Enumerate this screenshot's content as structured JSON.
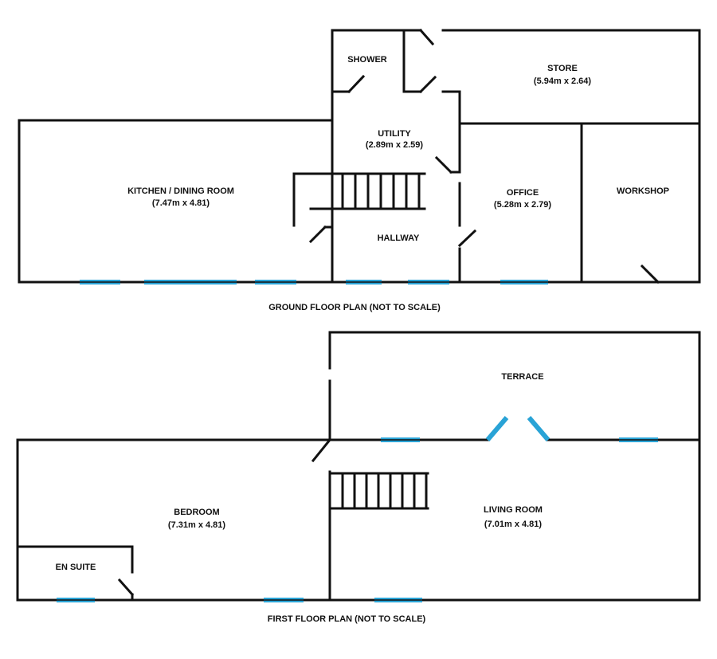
{
  "ground_floor": {
    "caption": "GROUND FLOOR PLAN (NOT TO SCALE)",
    "rooms": [
      {
        "name": "SHOWER",
        "size": ""
      },
      {
        "name": "STORE",
        "size": "(5.94m x 2.64)"
      },
      {
        "name": "UTILITY",
        "size": "(2.89m x 2.59)"
      },
      {
        "name": "KITCHEN / DINING ROOM",
        "size": "(7.47m x 4.81)"
      },
      {
        "name": "OFFICE",
        "size": "(5.28m x 2.79)"
      },
      {
        "name": "WORKSHOP",
        "size": ""
      },
      {
        "name": "HALLWAY",
        "size": ""
      }
    ]
  },
  "first_floor": {
    "caption": "FIRST FLOOR PLAN (NOT TO SCALE)",
    "rooms": [
      {
        "name": "TERRACE",
        "size": ""
      },
      {
        "name": "BEDROOM",
        "size": "(7.31m x 4.81)"
      },
      {
        "name": "LIVING ROOM",
        "size": "(7.01m x 4.81)"
      },
      {
        "name": "EN SUITE",
        "size": ""
      }
    ]
  },
  "colors": {
    "wall": "#111111",
    "window": "#29a3d6"
  }
}
